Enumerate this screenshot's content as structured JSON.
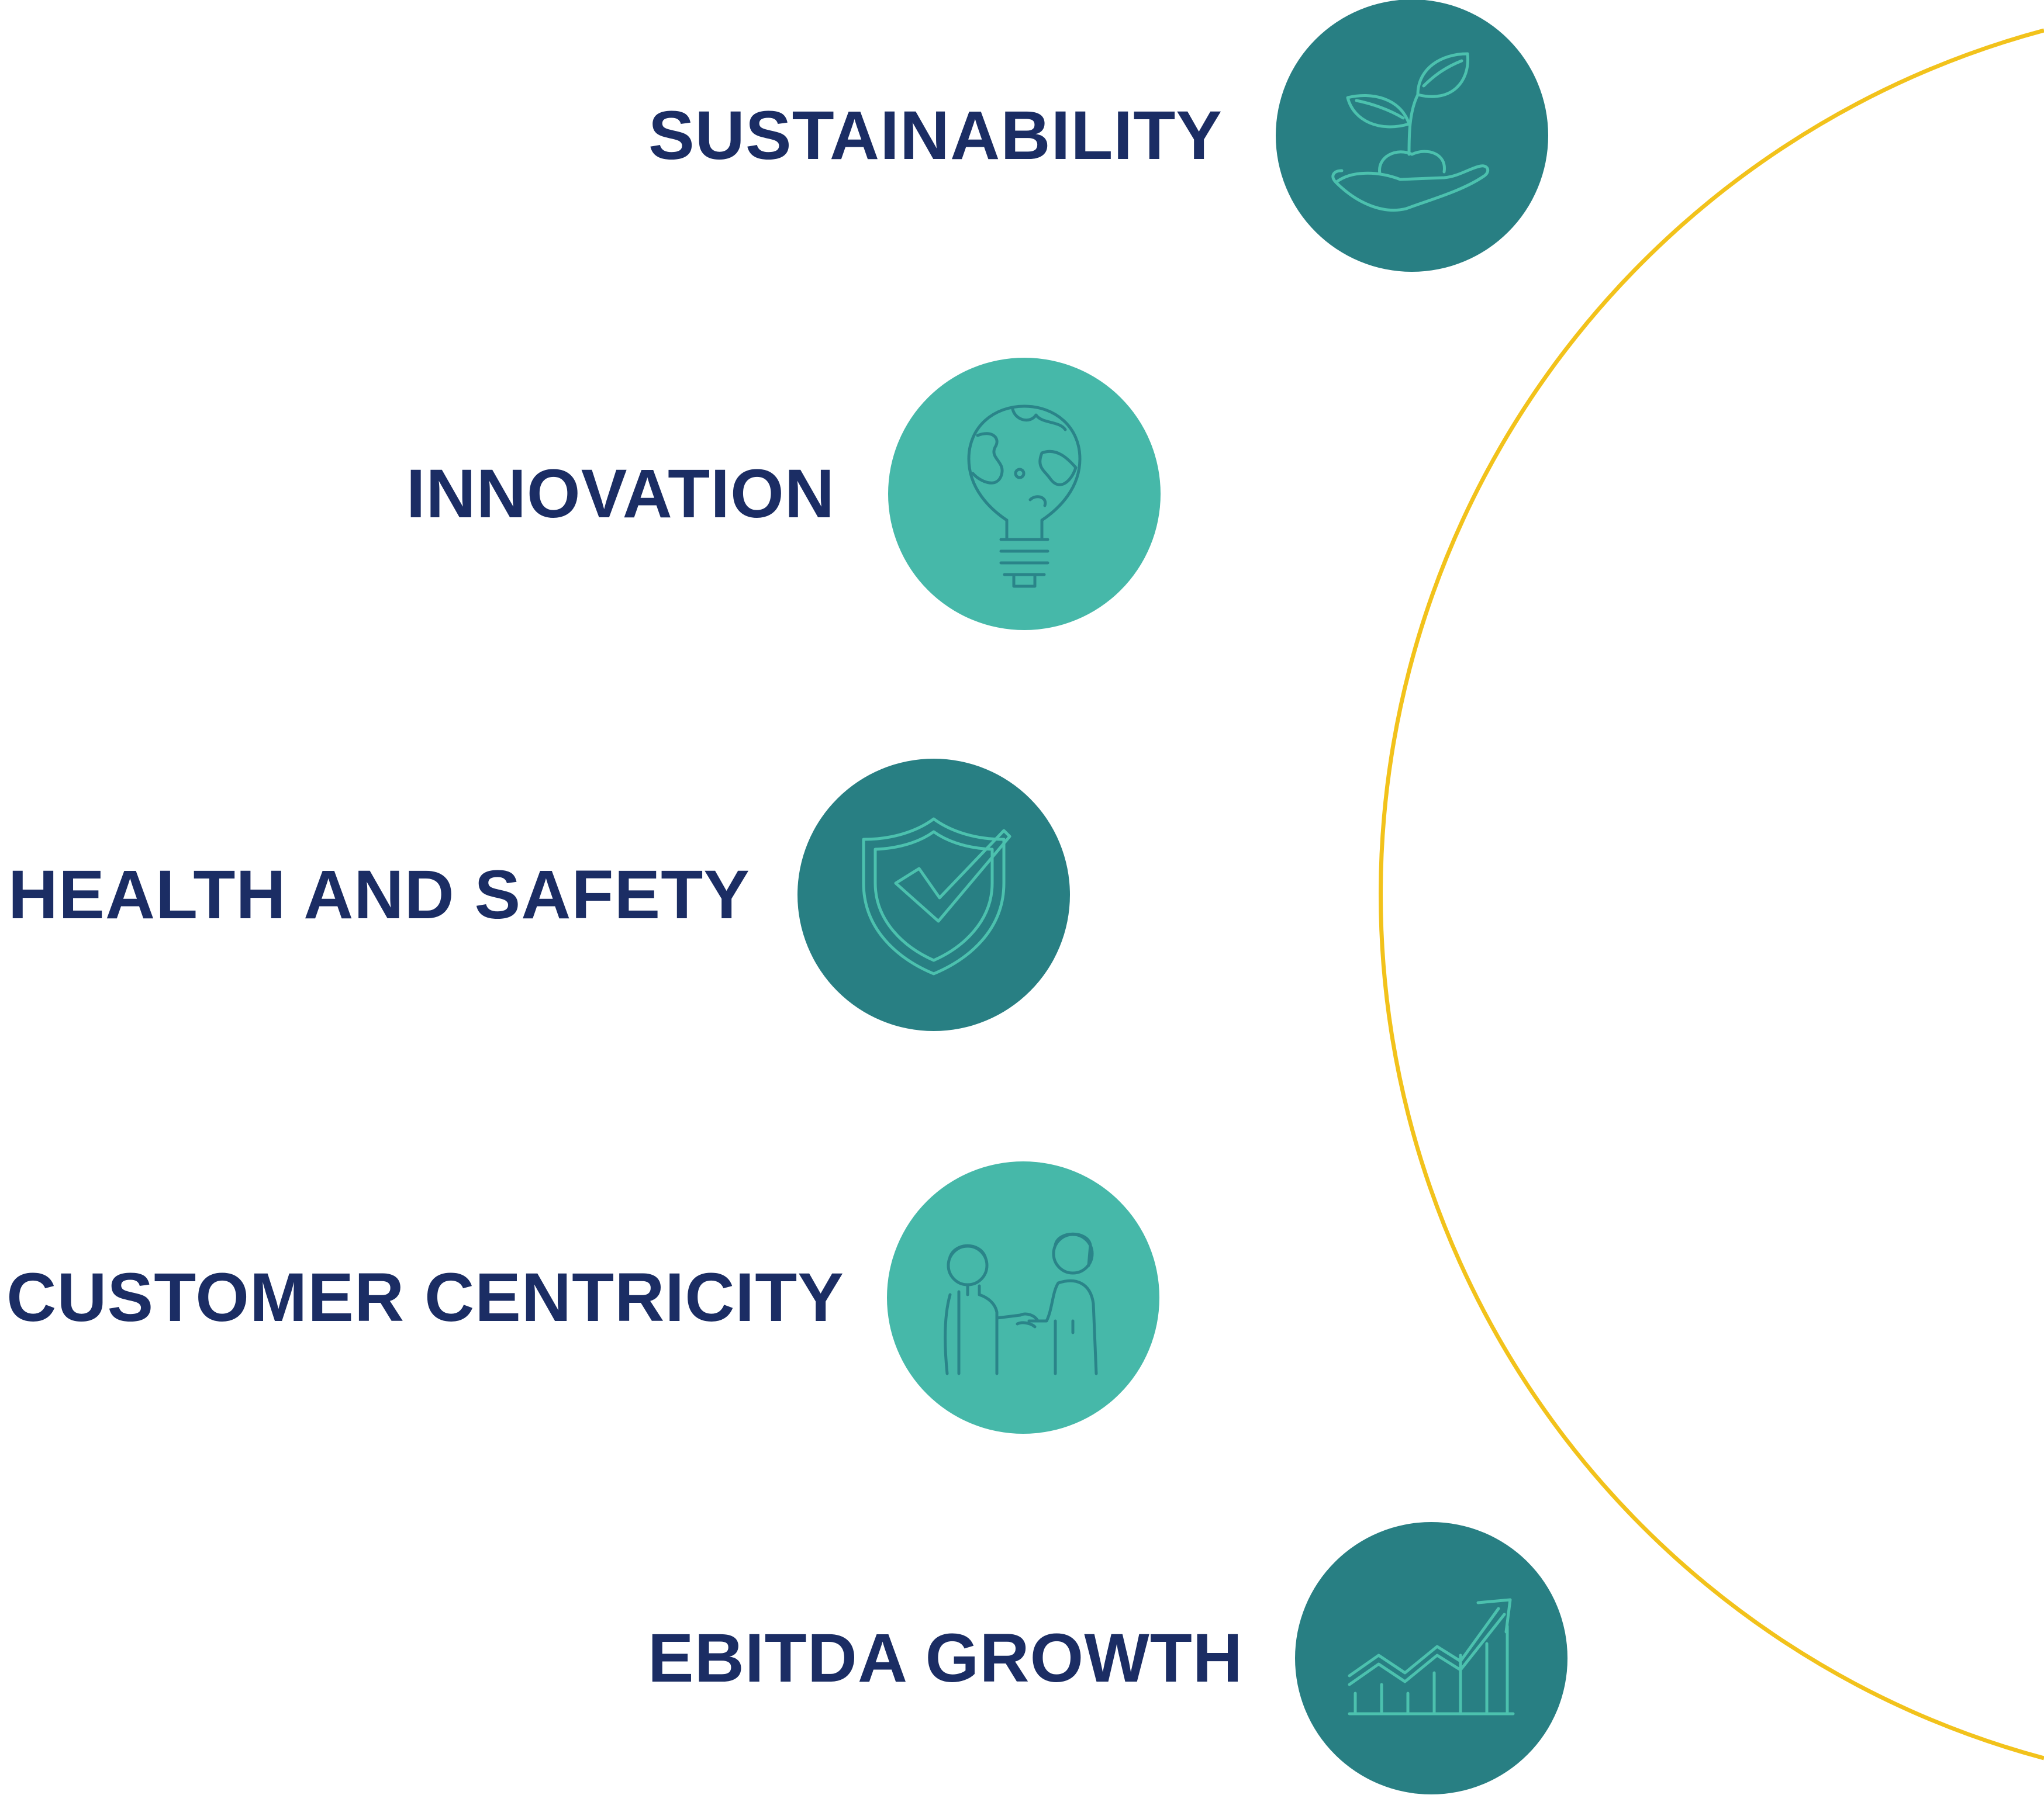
{
  "colors": {
    "arc": "#f2c21b",
    "label": "#1b2d64",
    "circle_dark": "#287f83",
    "circle_light": "#46b8a9",
    "icon_on_dark": "#4cc1ae",
    "icon_on_light": "#2a8489"
  },
  "items": [
    {
      "label": "SUSTAINABILITY",
      "icon": "seedling-in-hand-icon",
      "circle_tone": "dark"
    },
    {
      "label": "INNOVATION",
      "icon": "globe-lightbulb-icon",
      "circle_tone": "light"
    },
    {
      "label": "HEALTH AND SAFETY",
      "icon": "shield-check-icon",
      "circle_tone": "dark"
    },
    {
      "label": "CUSTOMER CENTRICITY",
      "icon": "handshake-people-icon",
      "circle_tone": "light"
    },
    {
      "label": "EBITDA GROWTH",
      "icon": "growth-chart-icon",
      "circle_tone": "dark"
    }
  ]
}
